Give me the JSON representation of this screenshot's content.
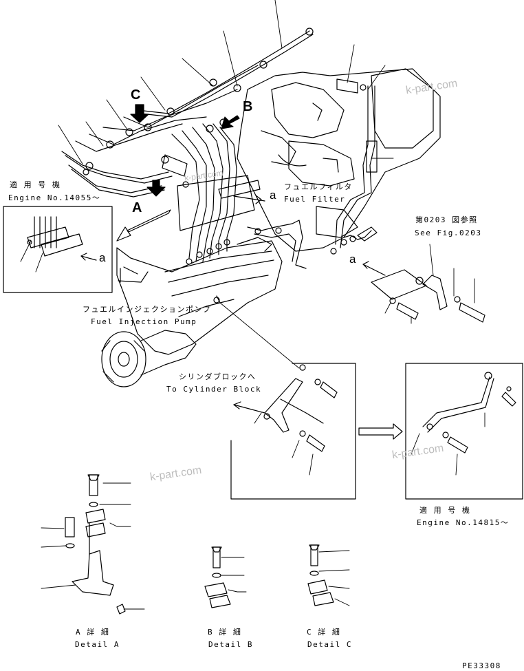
{
  "labels": {
    "engine_no_left_jp": "適 用 号 機",
    "engine_no_left_en": "Engine No.14055～",
    "fuel_filter_jp": "フュエルフィルタ",
    "fuel_filter_en": "Fuel Filter",
    "see_fig_jp": "第0203 図参照",
    "see_fig_en": "See Fig.0203",
    "injection_pump_jp": "フュエルインジェクションポンプ",
    "injection_pump_en": "Fuel Injection Pump",
    "to_cyl_jp": "シリンダブロックへ",
    "to_cyl_en": "To Cylinder Block",
    "engine_no_right_jp": "適 用 号 機",
    "engine_no_right_en": "Engine No.14815～",
    "detail_a_jp": "A  詳  細",
    "detail_a_en": "Detail A",
    "detail_b_jp": "B  詳  細",
    "detail_b_en": "Detail B",
    "detail_c_jp": "C  詳  細",
    "detail_c_en": "Detail C",
    "page_code": "PE33308"
  },
  "callouts": {
    "view_a": "A",
    "view_b": "B",
    "view_c": "C",
    "ref_a_upper": "a",
    "ref_a_inset": "a",
    "ref_a_lower": "a"
  },
  "watermark": "k-part.com"
}
